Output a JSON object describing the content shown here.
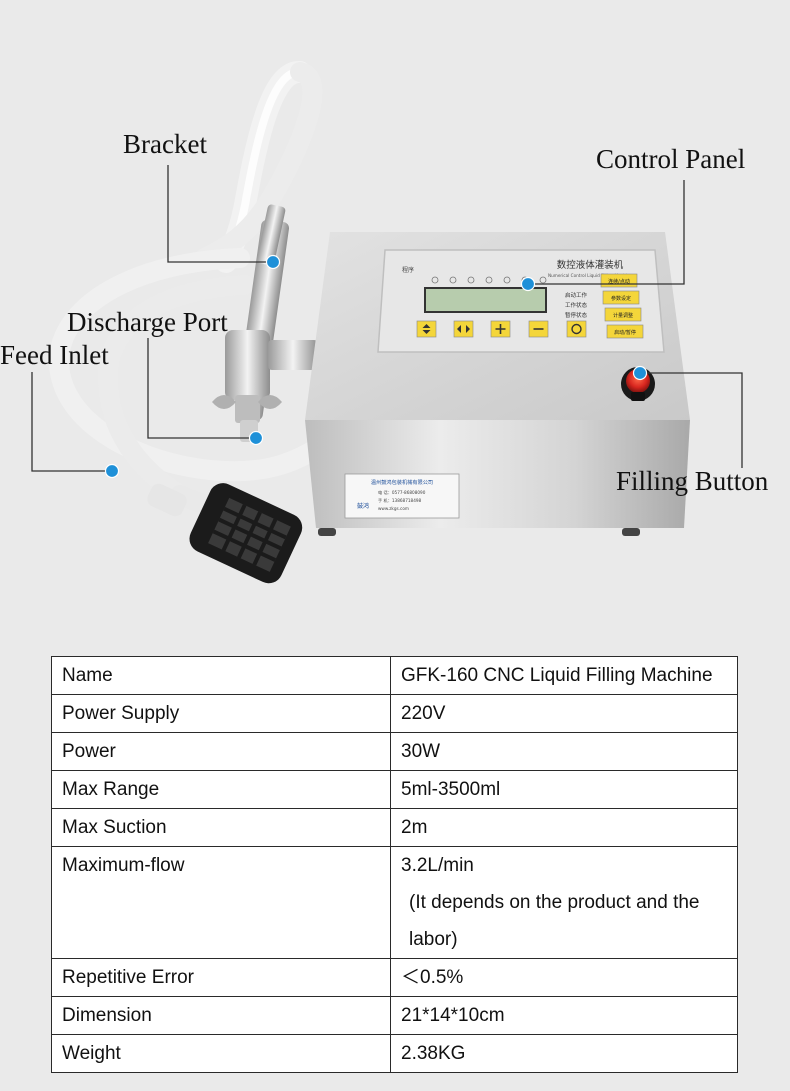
{
  "callouts": {
    "bracket": "Bracket",
    "control_panel": "Control Panel",
    "discharge_port": "Discharge Port",
    "feed_inlet": "Feed Inlet",
    "filling_button": "Filling Button"
  },
  "panel": {
    "title": "数控液体灌装机",
    "subtitle": "Numerical Control Liquid Filling Machine",
    "program_label": "程序",
    "mode_labels": [
      "启动工作",
      "工作状态",
      "暂停状态"
    ],
    "right_buttons": [
      "连续/点动",
      "参数设定",
      "计量调整",
      "启动/暂停"
    ]
  },
  "label_plate": {
    "company": "温州鼓鸿包装机械有限公司",
    "logo_text": "鼓鸿",
    "line1": "电 话：0577-86808090",
    "line2": "手 机：13868718498",
    "line3": "www.zkgs.com"
  },
  "specs": [
    {
      "label": "Name",
      "value": "GFK-160 CNC Liquid Filling Machine"
    },
    {
      "label": "Power Supply",
      "value": "220V"
    },
    {
      "label": "Power",
      "value": "30W"
    },
    {
      "label": "Max Range",
      "value": "5ml-3500ml"
    },
    {
      "label": "Max Suction",
      "value": "2m"
    },
    {
      "label": "Maximum-flow",
      "value": "3.2L/min",
      "note": "(It depends on the product and the labor)"
    },
    {
      "label": "Repetitive Error",
      "value": "＜0.5%"
    },
    {
      "label": "Dimension",
      "value": "21*14*10cm"
    },
    {
      "label": "Weight",
      "value": "2.38KG"
    }
  ],
  "colors": {
    "background": "#eaeaea",
    "callout_dot": "#1e90d8",
    "machine_steel": "#d2d2d2",
    "panel_face": "#e7e7e7",
    "lcd": "#b7ccad",
    "key_yellow": "#f4d63a",
    "button_red": "#d8261f"
  }
}
